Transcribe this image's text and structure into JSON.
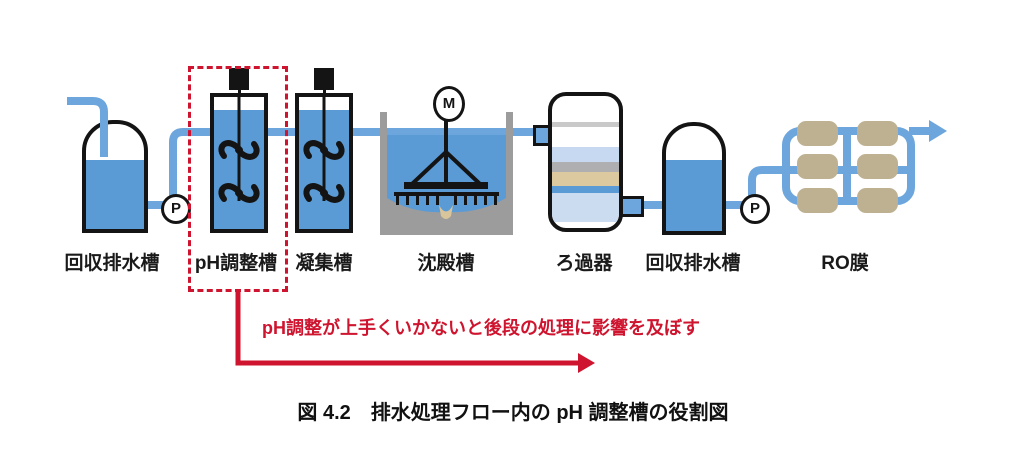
{
  "diagram": {
    "stages": [
      {
        "label": "回収排水槽"
      },
      {
        "label": "pH調整槽"
      },
      {
        "label": "凝集槽"
      },
      {
        "label": "沈殿槽"
      },
      {
        "label": "ろ過器"
      },
      {
        "label": "回収排水槽"
      },
      {
        "label": "RO膜"
      }
    ],
    "pump_symbol": "P",
    "motor_symbol": "M",
    "annotation": "pH調整が上手くいかないと後段の処理に影響を及ぼす",
    "caption": "図 4.2　排水処理フロー内の pH 調整槽の役割図",
    "colors": {
      "water_blue": "#5B9BD5",
      "pipe_blue": "#6CA6DC",
      "highlight_red": "#CE142E",
      "membrane_tan": "#BEB192",
      "wall_gray": "#9C9C9C"
    }
  }
}
